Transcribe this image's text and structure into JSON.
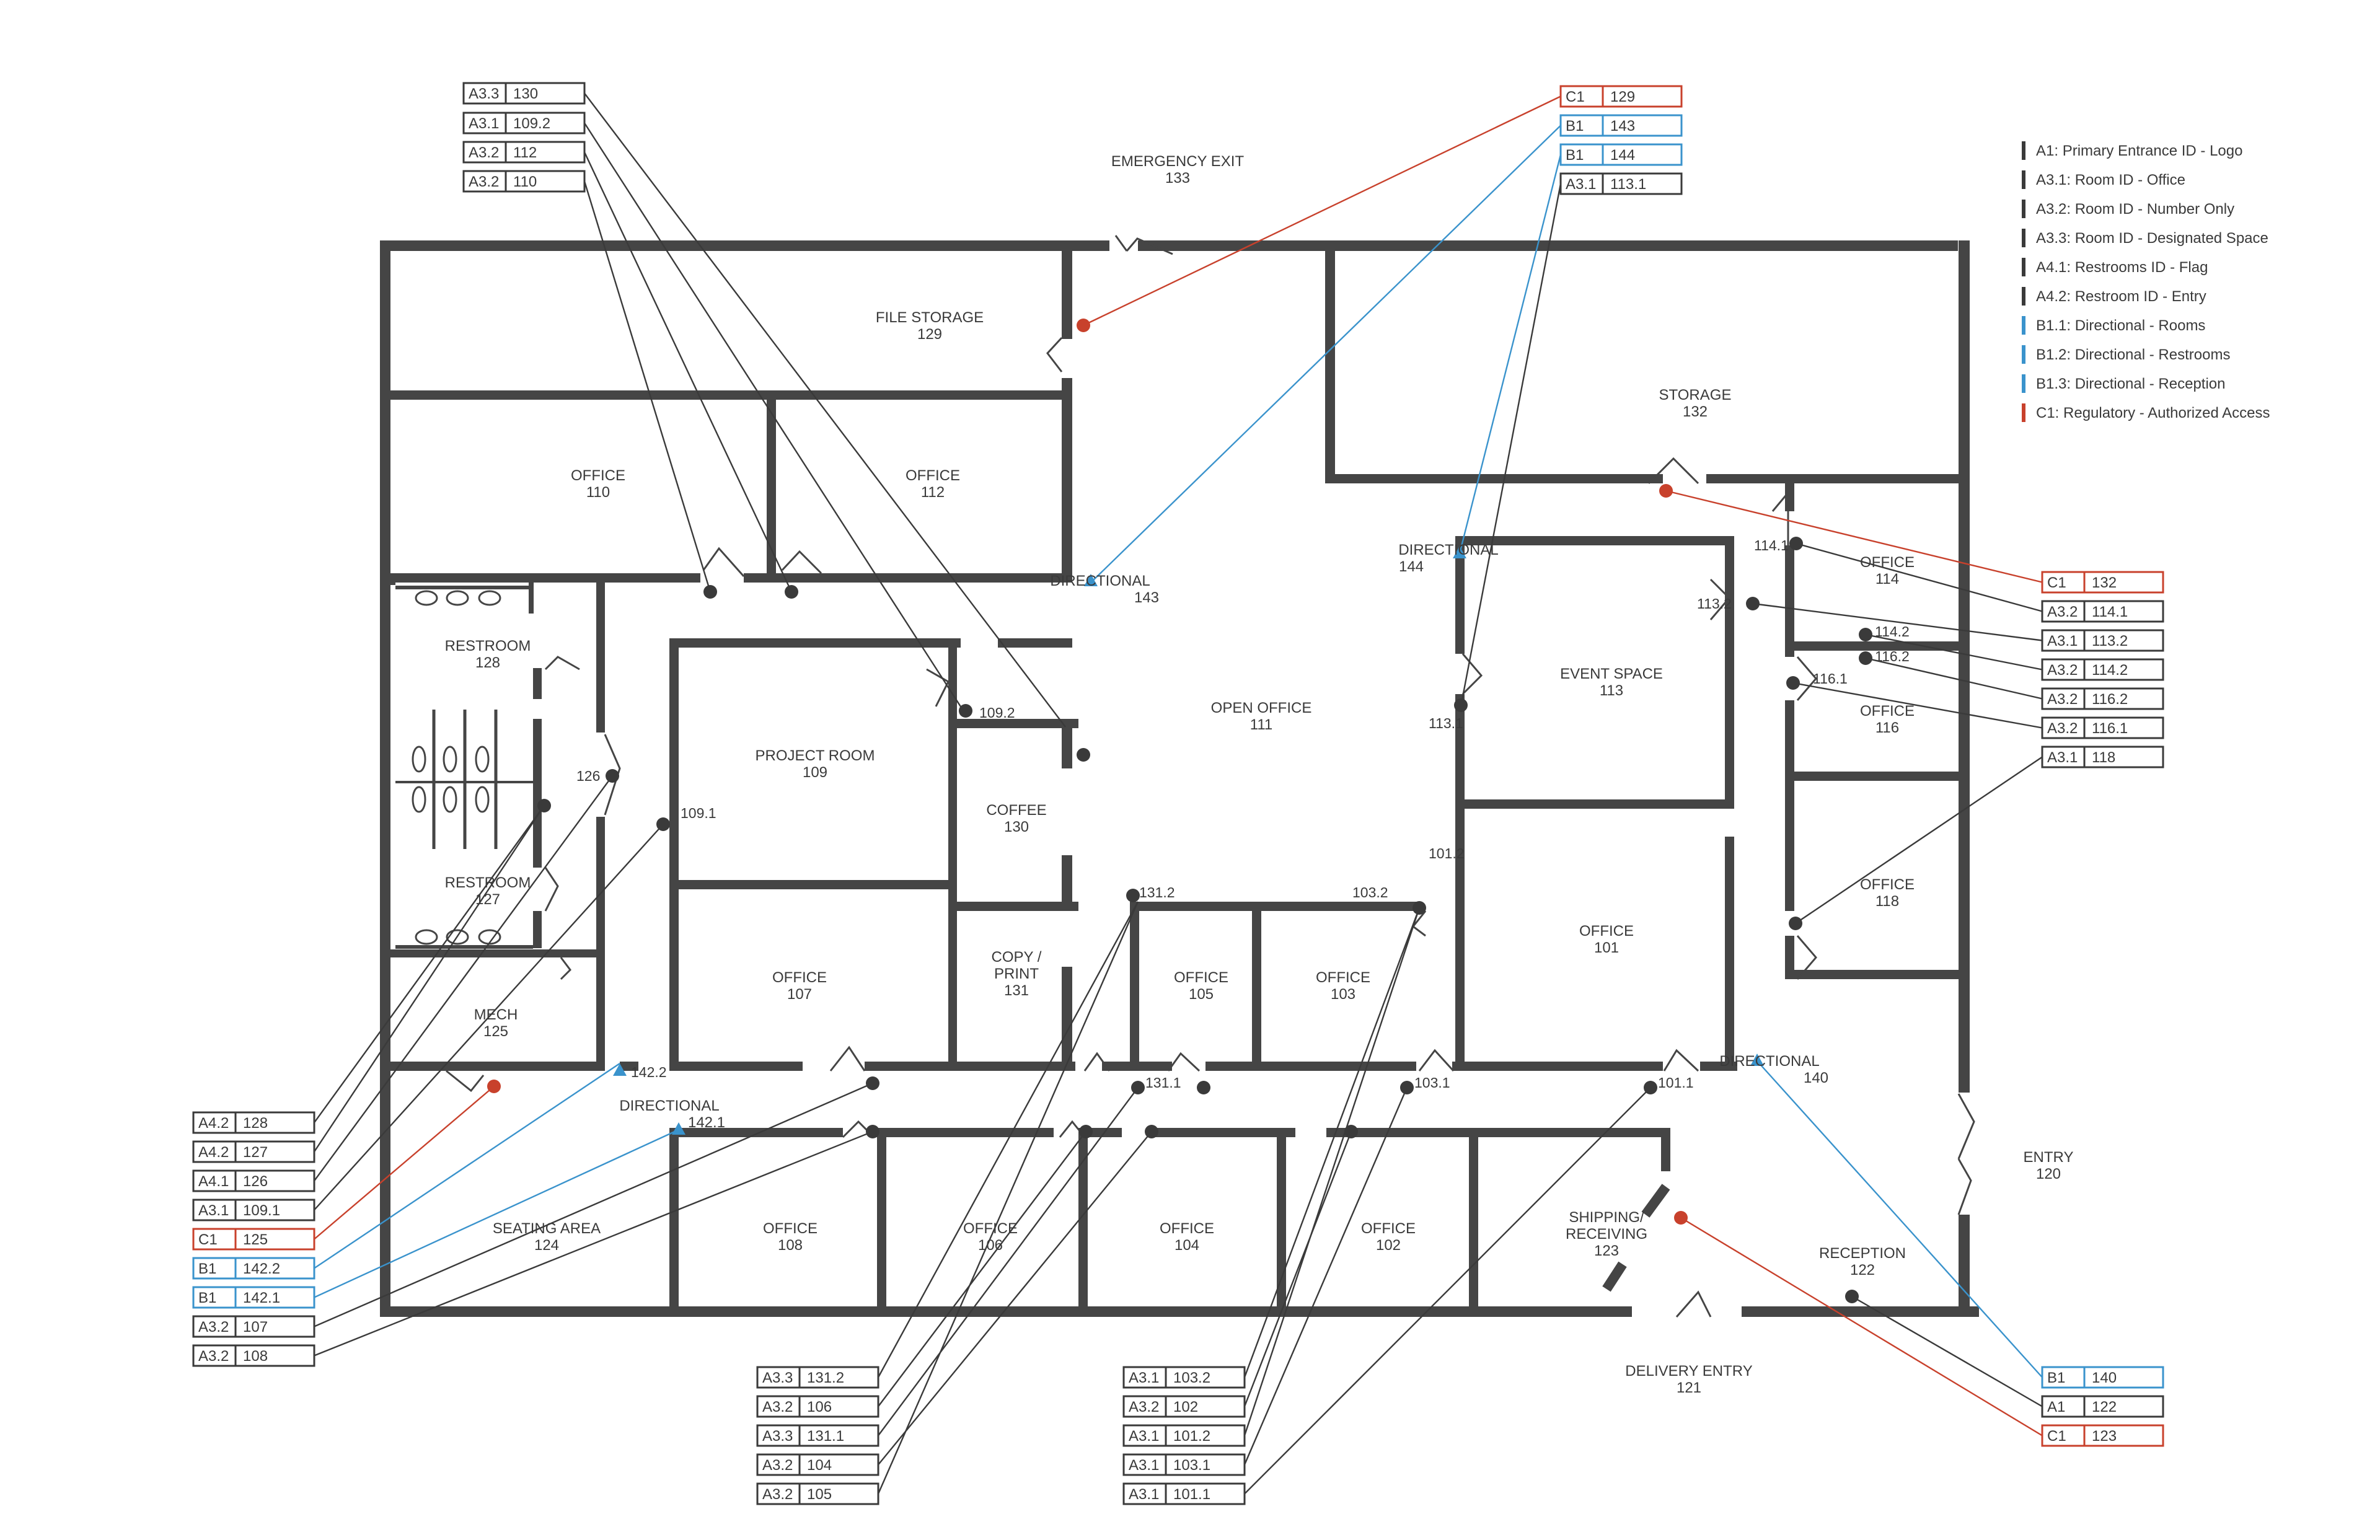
{
  "colors": {
    "wall": "#454545",
    "dark": "#3a3a3a",
    "blue": "#3a93cc",
    "red": "#c8412c"
  },
  "rooms": [
    {
      "name": "FILE STORAGE",
      "number": "129"
    },
    {
      "name": "STORAGE",
      "number": "132"
    },
    {
      "name": "OFFICE",
      "number": "110"
    },
    {
      "name": "OFFICE",
      "number": "112"
    },
    {
      "name": "RESTROOM",
      "number": "128"
    },
    {
      "name": "RESTROOM",
      "number": "127"
    },
    {
      "name": "MECH",
      "number": "125"
    },
    {
      "name": "PROJECT ROOM",
      "number": "109"
    },
    {
      "name": "COFFEE",
      "number": "130"
    },
    {
      "name": "OPEN OFFICE",
      "number": "111"
    },
    {
      "name": "EVENT SPACE",
      "number": "113"
    },
    {
      "name": "OFFICE",
      "number": "114"
    },
    {
      "name": "OFFICE",
      "number": "116"
    },
    {
      "name": "OFFICE",
      "number": "118"
    },
    {
      "name": "OFFICE",
      "number": "107"
    },
    {
      "name": "COPY /",
      "number": "PRINT",
      "extra": "131"
    },
    {
      "name": "OFFICE",
      "number": "105"
    },
    {
      "name": "OFFICE",
      "number": "103"
    },
    {
      "name": "OFFICE",
      "number": "101"
    },
    {
      "name": "SEATING AREA",
      "number": "124"
    },
    {
      "name": "OFFICE",
      "number": "108"
    },
    {
      "name": "OFFICE",
      "number": "106"
    },
    {
      "name": "OFFICE",
      "number": "104"
    },
    {
      "name": "OFFICE",
      "number": "102"
    },
    {
      "name": "SHIPPING/",
      "number": "RECEIVING",
      "extra": "123"
    },
    {
      "name": "RECEPTION",
      "number": "122"
    },
    {
      "name": "EMERGENCY EXIT",
      "number": "133"
    },
    {
      "name": "ENTRY",
      "number": "120"
    },
    {
      "name": "DELIVERY ENTRY",
      "number": "121"
    }
  ],
  "directionals": [
    {
      "name": "DIRECTIONAL",
      "number": "143"
    },
    {
      "name": "DIRECTIONAL",
      "number": "144"
    },
    {
      "name": "DIRECTIONAL",
      "number": "140"
    },
    {
      "name": "DIRECTIONAL",
      "number": "142.1"
    }
  ],
  "sign_points": [
    "109.2",
    "109.1",
    "126",
    "113.1",
    "113.2",
    "114.1",
    "114.2",
    "116.2",
    "116.1",
    "101.2",
    "131.2",
    "103.2",
    "131.1",
    "103.1",
    "101.1",
    "142.2"
  ],
  "tags": [
    {
      "code": "A3.3",
      "number": "130",
      "kind": "dark"
    },
    {
      "code": "A3.1",
      "number": "109.2",
      "kind": "dark"
    },
    {
      "code": "A3.2",
      "number": "112",
      "kind": "dark"
    },
    {
      "code": "A3.2",
      "number": "110",
      "kind": "dark"
    },
    {
      "code": "C1",
      "number": "129",
      "kind": "red"
    },
    {
      "code": "B1",
      "number": "143",
      "kind": "blue"
    },
    {
      "code": "B1",
      "number": "144",
      "kind": "blue"
    },
    {
      "code": "A3.1",
      "number": "113.1",
      "kind": "dark"
    },
    {
      "code": "C1",
      "number": "132",
      "kind": "red"
    },
    {
      "code": "A3.2",
      "number": "114.1",
      "kind": "dark"
    },
    {
      "code": "A3.1",
      "number": "113.2",
      "kind": "dark"
    },
    {
      "code": "A3.2",
      "number": "114.2",
      "kind": "dark"
    },
    {
      "code": "A3.2",
      "number": "116.2",
      "kind": "dark"
    },
    {
      "code": "A3.2",
      "number": "116.1",
      "kind": "dark"
    },
    {
      "code": "A3.1",
      "number": "118",
      "kind": "dark"
    },
    {
      "code": "A4.2",
      "number": "128",
      "kind": "dark"
    },
    {
      "code": "A4.2",
      "number": "127",
      "kind": "dark"
    },
    {
      "code": "A4.1",
      "number": "126",
      "kind": "dark"
    },
    {
      "code": "A3.1",
      "number": "109.1",
      "kind": "dark"
    },
    {
      "code": "C1",
      "number": "125",
      "kind": "red"
    },
    {
      "code": "B1",
      "number": "142.2",
      "kind": "blue"
    },
    {
      "code": "B1",
      "number": "142.1",
      "kind": "blue"
    },
    {
      "code": "A3.2",
      "number": "107",
      "kind": "dark"
    },
    {
      "code": "A3.2",
      "number": "108",
      "kind": "dark"
    },
    {
      "code": "A3.3",
      "number": "131.2",
      "kind": "dark"
    },
    {
      "code": "A3.2",
      "number": "106",
      "kind": "dark"
    },
    {
      "code": "A3.3",
      "number": "131.1",
      "kind": "dark"
    },
    {
      "code": "A3.2",
      "number": "104",
      "kind": "dark"
    },
    {
      "code": "A3.2",
      "number": "105",
      "kind": "dark"
    },
    {
      "code": "A3.1",
      "number": "103.2",
      "kind": "dark"
    },
    {
      "code": "A3.2",
      "number": "102",
      "kind": "dark"
    },
    {
      "code": "A3.1",
      "number": "101.2",
      "kind": "dark"
    },
    {
      "code": "A3.1",
      "number": "103.1",
      "kind": "dark"
    },
    {
      "code": "A3.1",
      "number": "101.1",
      "kind": "dark"
    },
    {
      "code": "B1",
      "number": "140",
      "kind": "blue"
    },
    {
      "code": "A1",
      "number": "122",
      "kind": "dark"
    },
    {
      "code": "C1",
      "number": "123",
      "kind": "red"
    }
  ],
  "legend": [
    {
      "text": "A1: Primary Entrance ID - Logo",
      "kind": "dark"
    },
    {
      "text": "A3.1: Room ID - Office",
      "kind": "dark"
    },
    {
      "text": "A3.2: Room ID - Number Only",
      "kind": "dark"
    },
    {
      "text": "A3.3: Room ID - Designated Space",
      "kind": "dark"
    },
    {
      "text": "A4.1: Restrooms ID - Flag",
      "kind": "dark"
    },
    {
      "text": "A4.2: Restroom ID - Entry",
      "kind": "dark"
    },
    {
      "text": "B1.1: Directional - Rooms",
      "kind": "blue"
    },
    {
      "text": "B1.2: Directional - Restrooms",
      "kind": "blue"
    },
    {
      "text": "B1.3: Directional - Reception",
      "kind": "blue"
    },
    {
      "text": "C1: Regulatory - Authorized Access",
      "kind": "red"
    }
  ]
}
